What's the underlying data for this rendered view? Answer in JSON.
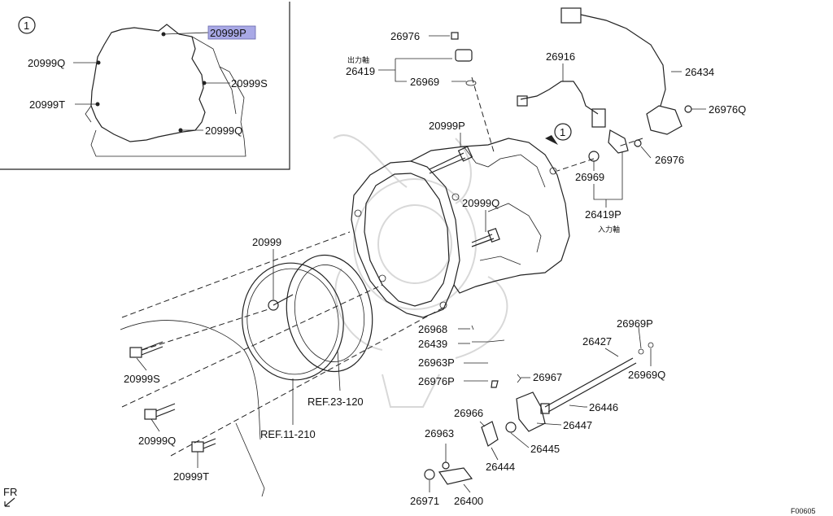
{
  "inset": {
    "badge": "1",
    "labels": {
      "p20999P": "20999P",
      "q_top": "20999Q",
      "s": "20999S",
      "t": "20999T",
      "q_bottom": "20999Q"
    },
    "highlight_color": "#a9a9e6"
  },
  "labels": {
    "p26976_top": "26976",
    "out_shaft": "出力軸",
    "p26419": "26419",
    "p26969_top": "26969",
    "p26916": "26916",
    "p26434": "26434",
    "p26976Q": "26976Q",
    "p20999P": "20999P",
    "badge_ref": "1",
    "p26969_mid": "26969",
    "p26976_mid": "26976",
    "p20999Q_case": "20999Q",
    "p26419P": "26419P",
    "in_shaft": "入力軸",
    "p20999": "20999",
    "p26968": "26968",
    "p26439": "26439",
    "p26963P": "26963P",
    "p26976P": "26976P",
    "p26967": "26967",
    "p26427": "26427",
    "p26969P": "26969P",
    "p26969Q": "26969Q",
    "p26446": "26446",
    "p26447": "26447",
    "p26966": "26966",
    "p26963": "26963",
    "p26444": "26444",
    "p26445": "26445",
    "p26971": "26971",
    "p26400": "26400",
    "p20999S": "20999S",
    "p20999Q_low": "20999Q",
    "p20999T": "20999T",
    "ref23": "REF.23-120",
    "ref11": "REF.11-210",
    "fr": "FR",
    "code": "F00605"
  }
}
